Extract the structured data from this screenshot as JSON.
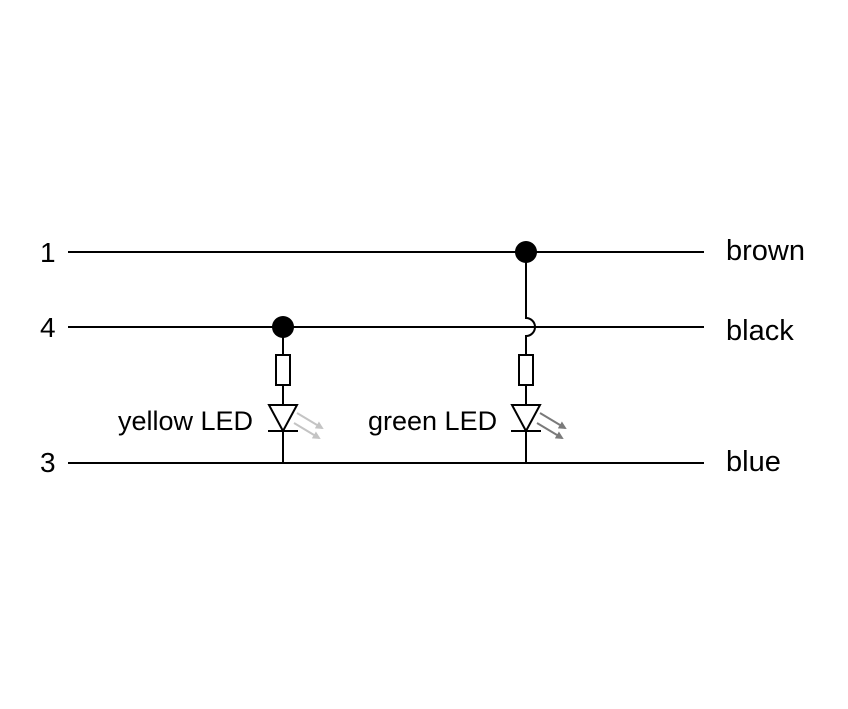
{
  "wires": [
    {
      "pin": "1",
      "color": "brown"
    },
    {
      "pin": "4",
      "color": "black"
    },
    {
      "pin": "3",
      "color": "blue"
    }
  ],
  "leds": [
    {
      "label": "yellow LED",
      "ray_color": "#c4c4c4"
    },
    {
      "label": "green LED",
      "ray_color": "#7a7a7a"
    }
  ],
  "colors": {
    "line": "#000000",
    "background": "#ffffff"
  }
}
